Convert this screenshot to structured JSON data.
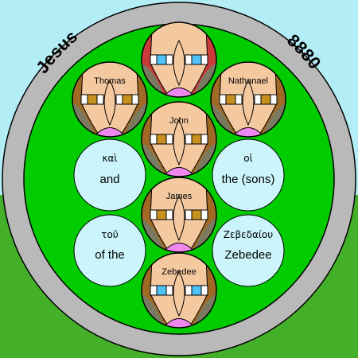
{
  "corner_labels": {
    "left": "Jesus",
    "right": "8880"
  },
  "heads": [
    {
      "id": "top",
      "name": "",
      "hair": "#cc3b3b",
      "eye": "#4fc3f7"
    },
    {
      "id": "thomas",
      "name": "Thomas",
      "hair": "#a06a24",
      "eye": "#c8901e"
    },
    {
      "id": "nathanael",
      "name": "Nathanael",
      "hair": "#a06a24",
      "eye": "#c8901e"
    },
    {
      "id": "john",
      "name": "John",
      "hair": "#a06a24",
      "eye": "#c8901e"
    },
    {
      "id": "james",
      "name": "James",
      "hair": "#a06a24",
      "eye": "#c8901e"
    },
    {
      "id": "zebedee",
      "name": "Zebedee",
      "hair": "#a06a24",
      "eye": "#4fc3f7"
    }
  ],
  "word_circles": [
    {
      "id": "kai",
      "greek": "καὶ",
      "english": "and"
    },
    {
      "id": "hoi",
      "greek": "οἱ",
      "english": "the (sons)"
    },
    {
      "id": "tou",
      "greek": "τοῦ",
      "english": "of the"
    },
    {
      "id": "zebedaiou",
      "greek": "Ζεβεδαίου",
      "english": "Zebedee"
    }
  ],
  "colors": {
    "sky": "#b3eef7",
    "ground": "#44b02a",
    "outer_ring": "#b9b9b9",
    "disc": "#00cc00",
    "bubble": "#ccf5fb",
    "face": "#f5c9a0",
    "chin": "#ee88ee",
    "cheek": "#7a7a60"
  }
}
